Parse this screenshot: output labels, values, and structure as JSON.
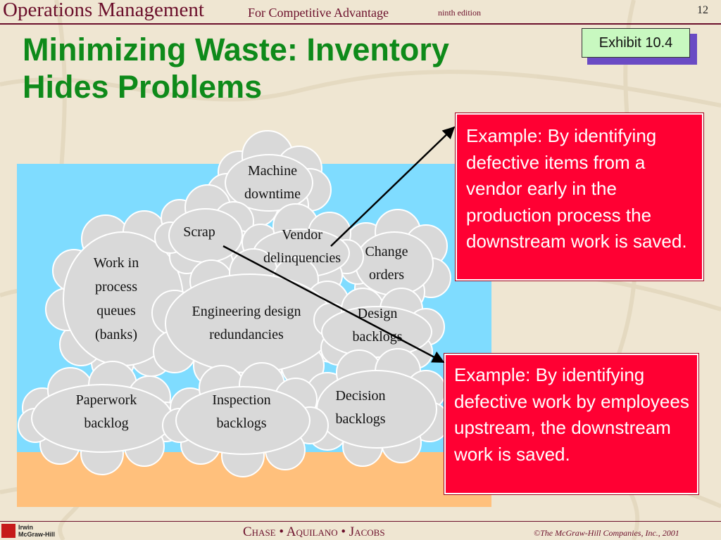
{
  "header": {
    "book_title": "Operations Management",
    "book_subtitle": "For Competitive Advantage",
    "edition": "ninth edition",
    "page_number": "12"
  },
  "slide": {
    "title_line1": "Minimizing Waste: Inventory",
    "title_line2": "Hides Problems",
    "exhibit_label": "Exhibit 10.4"
  },
  "clouds": [
    {
      "lines": [
        "Machine",
        "downtime"
      ]
    },
    {
      "lines": [
        "Scrap"
      ]
    },
    {
      "lines": [
        "Vendor",
        "delinquencies"
      ]
    },
    {
      "lines": [
        "Change",
        "orders"
      ]
    },
    {
      "lines": [
        "Work in",
        "process",
        "queues",
        "(banks)"
      ]
    },
    {
      "lines": [
        "Engineering design",
        "redundancies"
      ]
    },
    {
      "lines": [
        "Design",
        "backlogs"
      ]
    },
    {
      "lines": [
        "Paperwork",
        "backlog"
      ]
    },
    {
      "lines": [
        "Inspection",
        "backlogs"
      ]
    },
    {
      "lines": [
        "Decision",
        "backlogs"
      ]
    }
  ],
  "callouts": [
    {
      "text": "Example: By identifying defective items from a vendor early in the production process the downstream work is saved."
    },
    {
      "text": "Example: By identifying defective work by employees upstream, the downstream work is saved."
    }
  ],
  "footer": {
    "publisher_line1": "Irwin",
    "publisher_line2": "McGraw-Hill",
    "authors": "Chase  •  Aquilano  •  Jacobs",
    "copyright": "©The McGraw-Hill Companies, Inc., 2001"
  },
  "colors": {
    "title_green": "#0e8a1a",
    "header_maroon": "#6b0f2b",
    "water_blue": "#7fdcff",
    "ground_orange": "#ffc07c",
    "callout_red": "#ff0033",
    "cloud_gray": "#d9d9d9",
    "exhibit_green": "#c8f8c0"
  }
}
